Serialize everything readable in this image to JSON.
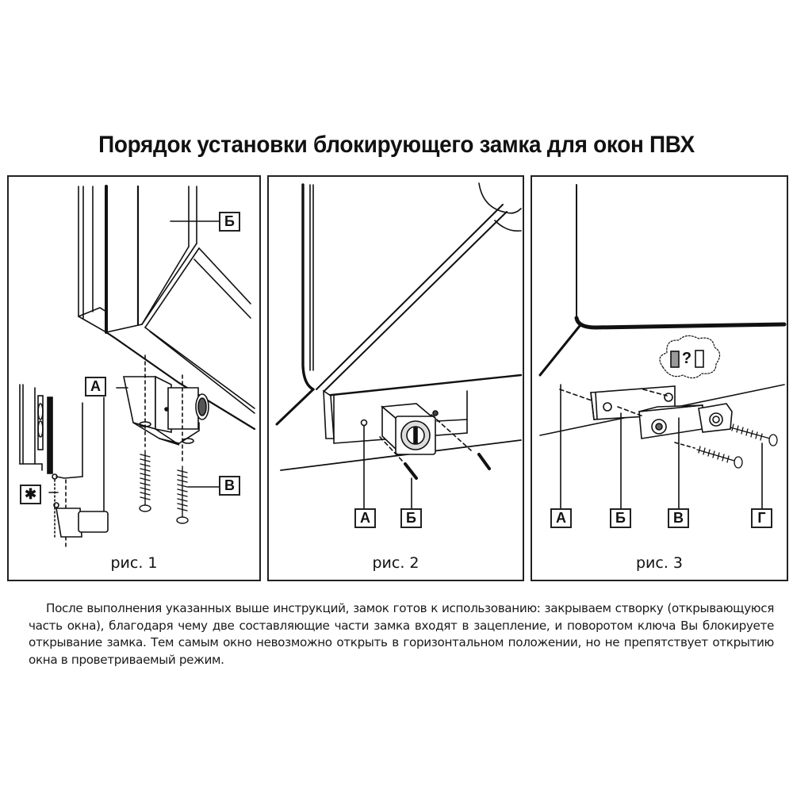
{
  "document": {
    "title": "Порядок установки блокирующего замка для окон ПВХ",
    "figures": [
      {
        "caption": "рис. 1",
        "labels": [
          "Б",
          "А",
          "В",
          "✱"
        ]
      },
      {
        "caption": "рис. 2",
        "labels": [
          "А",
          "Б"
        ]
      },
      {
        "caption": "рис. 3",
        "labels": [
          "А",
          "Б",
          "В",
          "Г"
        ],
        "callout": "?"
      }
    ],
    "instructions": "После выполнения указанных выше инструкций, замок готов к использованию: закрываем створку (открывающуюся часть окна), благодаря чему две составляющие части замка входят в зацепление, и поворотом ключа Вы блокируете открывание замка. Тем самым окно невозможно открыть в горизонтальном положении, но не препятствует открытию окна в проветриваемый режим."
  }
}
